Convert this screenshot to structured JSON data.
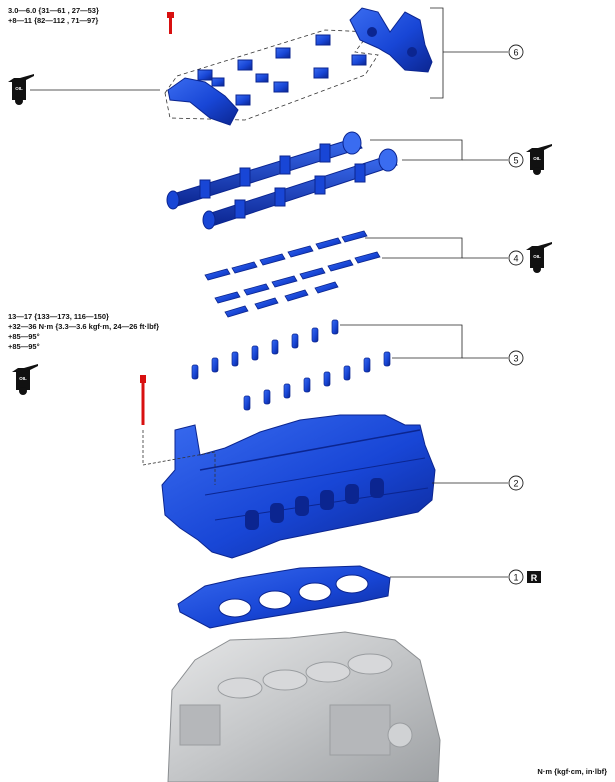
{
  "torque_top": {
    "line1": "3.0—6.0 {31—61 , 27—53}",
    "line2": "+8—11 {82—112 , 71—97}"
  },
  "torque_mid": {
    "line1": "13—17 {133—173, 116—150}",
    "line2": "+32—36 N·m {3.3—3.6 kgf·m, 24—26 ft·lbf}",
    "line3": "+85—95°",
    "line4": "+85—95°"
  },
  "oil_label": "OIL",
  "replace_label": "R",
  "callouts": [
    "1",
    "2",
    "3",
    "4",
    "5",
    "6"
  ],
  "units": "N·m {kgf·cm, in·lbf}",
  "colors": {
    "part_blue": "#1846d6",
    "part_dark": "#0b2590",
    "bolt_red": "#d81010",
    "block_gray": "#c4c6c8"
  }
}
